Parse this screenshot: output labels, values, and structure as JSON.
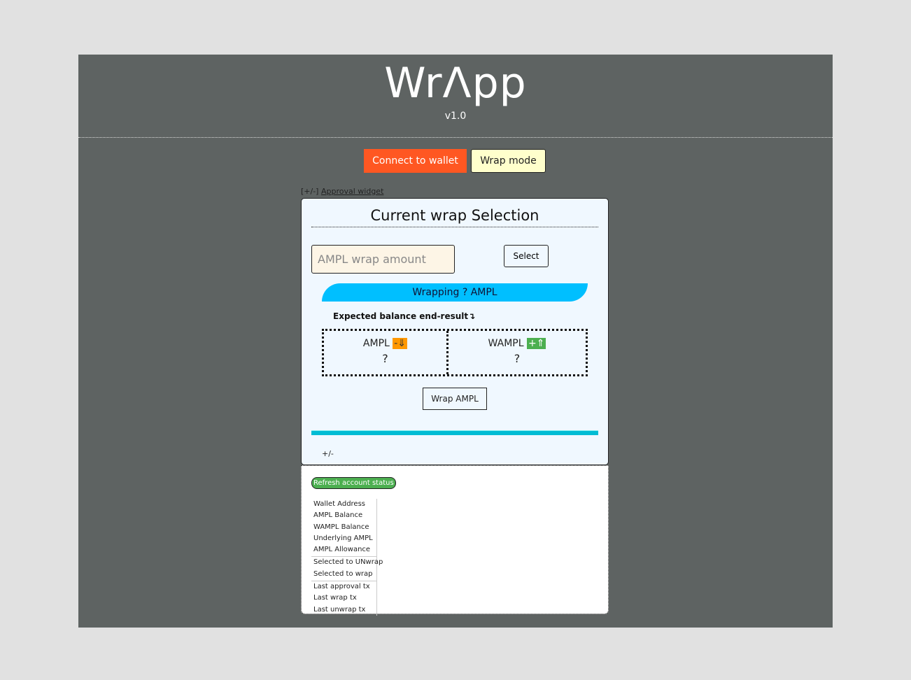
{
  "header": {
    "title": "WrΛpp",
    "version": "v1.0"
  },
  "toolbar": {
    "connect_label": "Connect to wallet",
    "mode_label": "Wrap mode"
  },
  "approval": {
    "toggle": "[+/-]",
    "link": "Approval widget"
  },
  "wrap_card": {
    "title": "Current wrap Selection",
    "amount_placeholder": "AMPL wrap amount",
    "amount_value": "",
    "select_label": "Select",
    "wrapping_text": "Wrapping ? AMPL",
    "expected_label": "Expected balance end-result↴",
    "ampl": {
      "label": "AMPL",
      "badge": "-⇓",
      "value": "?",
      "badge_color": "#ff9800"
    },
    "wampl": {
      "label": "WAMPL",
      "badge": "+⇑",
      "value": "?",
      "badge_color": "#4caf50"
    },
    "wrap_button": "Wrap AMPL",
    "toggle": "+/-"
  },
  "status": {
    "refresh_label": "Refresh account status",
    "groups": [
      [
        "Wallet Address",
        "AMPL Balance",
        "WAMPL Balance",
        "Underlying AMPL",
        "AMPL Allowance"
      ],
      [
        "Selected to UNwrap",
        "Selected to wrap"
      ],
      [
        "Last approval tx",
        "Last wrap tx",
        "Last unwrap tx"
      ]
    ]
  }
}
